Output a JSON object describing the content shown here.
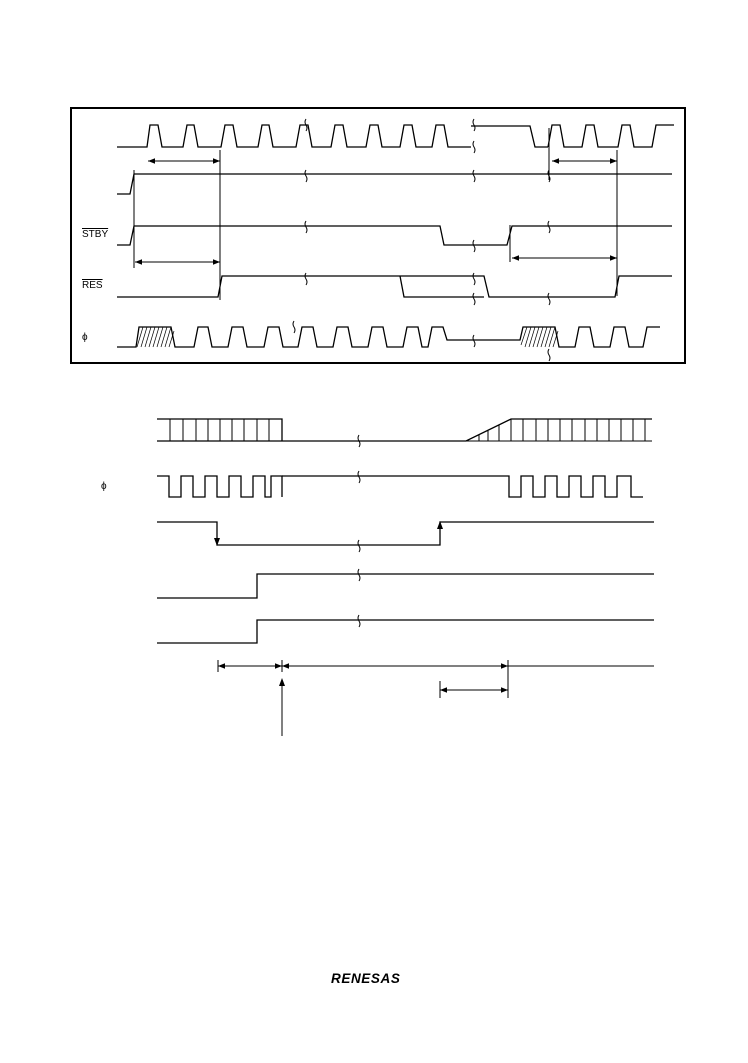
{
  "top_panel": {
    "labels": {
      "stby": "STBY",
      "res": "RES",
      "phi": "ϕ"
    }
  },
  "bottom_panel": {
    "labels": {
      "phi": "ϕ"
    }
  },
  "footer": {
    "logo": "RENESAS"
  }
}
